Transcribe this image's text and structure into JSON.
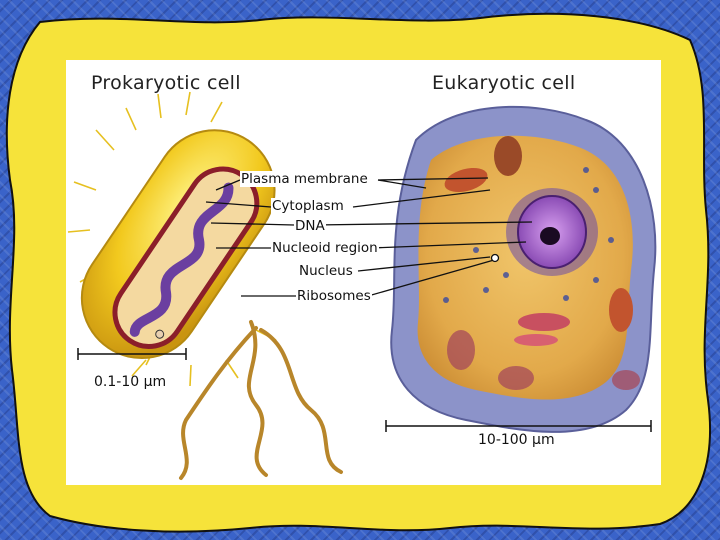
{
  "prokaryote": {
    "title": "Prokaryotic cell",
    "scale": "0.1-10 µm"
  },
  "eukaryote": {
    "title": "Eukaryotic cell",
    "scale": "10-100 µm"
  },
  "labels": {
    "plasma_membrane": "Plasma membrane",
    "cytoplasm": "Cytoplasm",
    "dna": "DNA",
    "nucleoid_region": "Nucleoid region",
    "nucleus": "Nucleus",
    "ribosomes": "Ribosomes"
  },
  "colors": {
    "background": "#3a63c9",
    "yellow_frame": "#f6e33a",
    "cell_yellow": "#f2c91e",
    "membrane": "#8b1e2a",
    "dna_purple": "#6b3fa0",
    "euk_outer": "#8c93c9",
    "nucleus_violet": "#b06ad8"
  }
}
